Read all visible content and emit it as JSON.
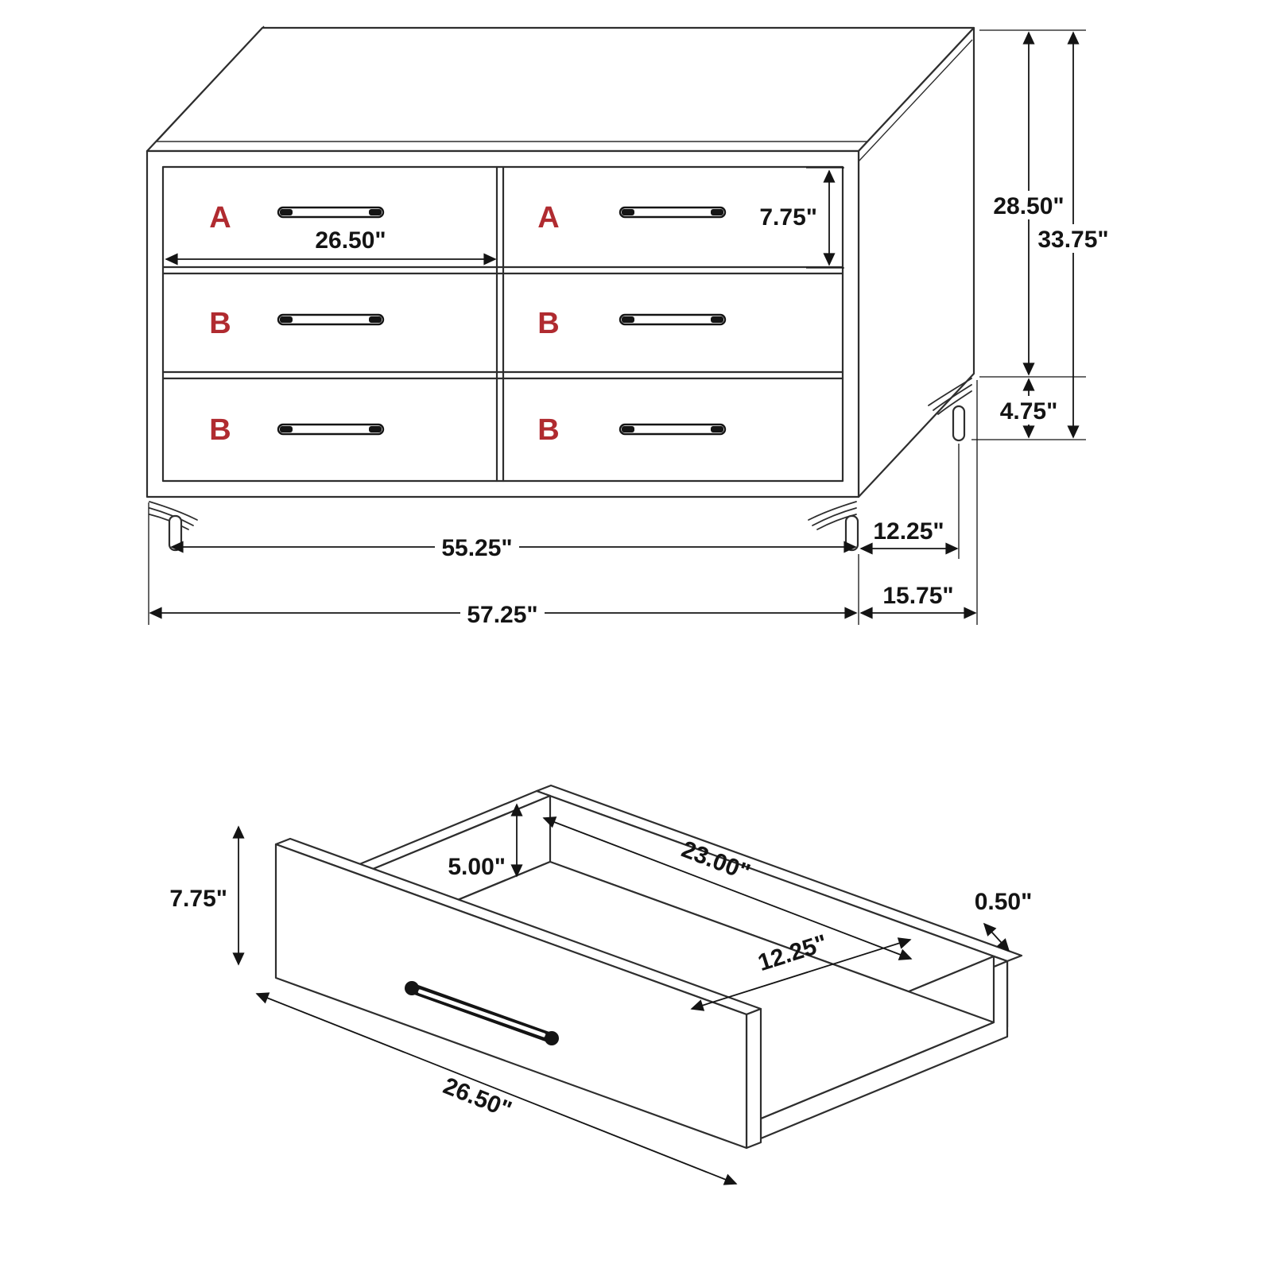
{
  "colors": {
    "line": "#2e2e2e",
    "dimension": "#141414",
    "drawer_label_red": "#b02b30",
    "background": "#ffffff"
  },
  "dresser_view": {
    "drawer_labels": {
      "top_left": "A",
      "top_right": "A",
      "middle_left": "B",
      "middle_right": "B",
      "bottom_left": "B",
      "bottom_right": "B"
    },
    "dimensions": {
      "drawer_front_width": "26.50\"",
      "drawer_front_height": "7.75\"",
      "case_height": "28.50\"",
      "overall_height": "33.75\"",
      "leg_height": "4.75\"",
      "front_leg_span": "55.25\"",
      "side_leg_span": "12.25\"",
      "overall_width": "57.25\"",
      "overall_depth": "15.75\""
    }
  },
  "drawer_view": {
    "dimensions": {
      "front_height": "7.75\"",
      "interior_height": "5.00\"",
      "interior_length": "23.00\"",
      "panel_thickness": "0.50\"",
      "interior_width": "12.25\"",
      "front_width": "26.50\""
    }
  }
}
